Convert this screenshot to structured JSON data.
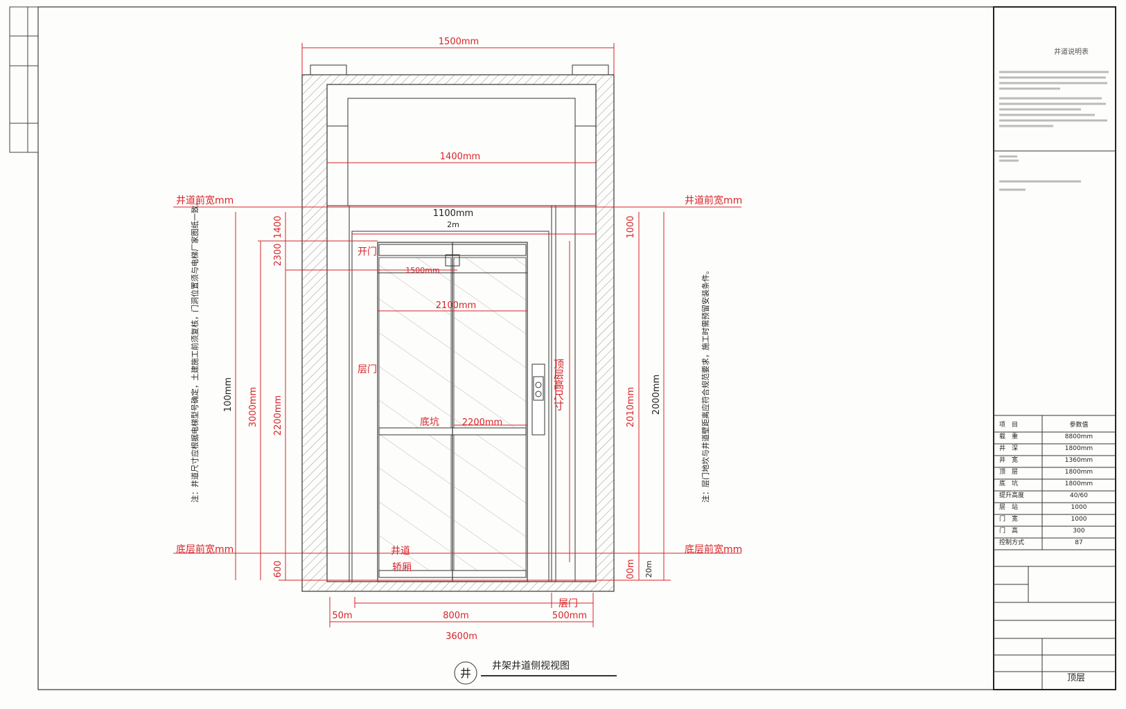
{
  "drawing": {
    "title": "井架井道侧视视图",
    "dimensions": {
      "top_width": "1500mm",
      "inner_width": "1400mm",
      "door_frame_width": "1100mm",
      "door_frame_sub": "2m",
      "door_head": "1500mm",
      "door_leaf_width": "2100mm",
      "kickplate_width": "2200mm",
      "left_top": "1400",
      "left_upper": "2300",
      "left_mid": "3000mm",
      "left_main": "2200mm",
      "left_overall": "100mm",
      "left_bottom": "600",
      "right_top": "1000",
      "right_mid": "2010mm",
      "right_overall": "2000mm",
      "right_bottom": "00m",
      "right_bottom2": "20m",
      "bottom_left": "50m",
      "bottom_mid": "800m",
      "bottom_right": "500mm",
      "bottom_overall": "3600m"
    },
    "labels": {
      "shaft_top_left": "井道前宽mm",
      "shaft_top_right": "井道前宽mm",
      "pit_left": "底层前宽mm",
      "pit_right": "底层前宽mm",
      "door_open": "开门",
      "landing_door_left": "层门",
      "pit_label": "底坑",
      "shaft_label": "井道",
      "car_label": "轿厢",
      "headroom_label": "顶层高尺寸",
      "landing_door_bottom": "层门"
    },
    "notes": {
      "left_note": "注：井道尺寸应根据电梯型号确定，土建施工前须复核，门洞位置须与电梯厂家图纸一致。",
      "right_note": "注：层门地坎与井道壁距离应符合规范要求，施工时需预留安装条件。"
    }
  },
  "title_block": {
    "header": "井道说明表",
    "rows": [
      {
        "k": "项　目",
        "v": "参数值"
      },
      {
        "k": "载　重",
        "v": "8800mm"
      },
      {
        "k": "井　深",
        "v": "1800mm"
      },
      {
        "k": "井　宽",
        "v": "1360mm"
      },
      {
        "k": "顶　层",
        "v": "1800mm"
      },
      {
        "k": "底　坑",
        "v": "1800mm"
      },
      {
        "k": "提升高度",
        "v": "40/60"
      },
      {
        "k": "层　站",
        "v": "1000"
      },
      {
        "k": "门　宽",
        "v": "1000"
      },
      {
        "k": "门　高",
        "v": "300"
      },
      {
        "k": "控制方式",
        "v": "87"
      }
    ],
    "footer_value": "顶层"
  }
}
